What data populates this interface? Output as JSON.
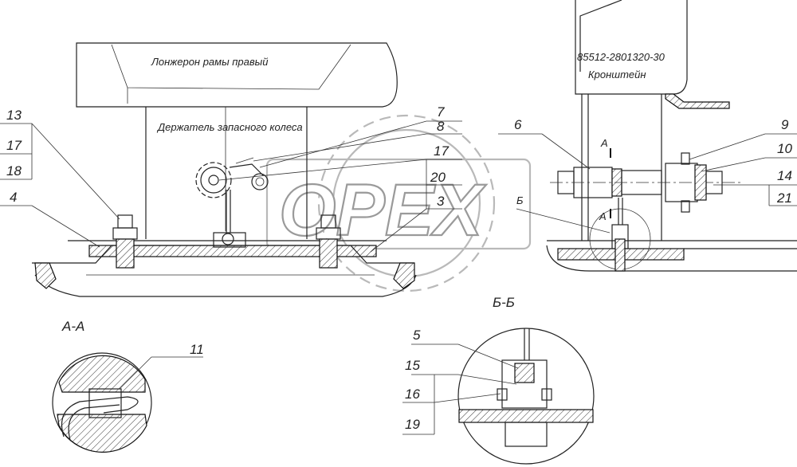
{
  "drawing": {
    "spar_label": "Лонжерон рамы правый",
    "holder_label": "Держатель запасного колеса",
    "bracket_code": "85512-2801320-30",
    "bracket_label": "Кронштейн",
    "section_aa": "А-А",
    "section_bb": "Б-Б",
    "mark_a_top": "А",
    "mark_a_bottom": "А",
    "mark_b": "Б"
  },
  "callouts": {
    "c13": "13",
    "c17a": "17",
    "c18": "18",
    "c4": "4",
    "c7": "7",
    "c8": "8",
    "c17b": "17",
    "c20": "20",
    "c3": "3",
    "c6": "6",
    "c9": "9",
    "c10": "10",
    "c14": "14",
    "c21": "21",
    "c11": "11",
    "c5": "5",
    "c15": "15",
    "c16": "16",
    "c19": "19"
  },
  "watermark": {
    "text": "OPEX"
  }
}
